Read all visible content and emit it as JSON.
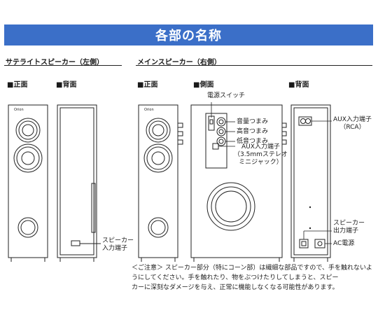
{
  "header": {
    "title": "各部の名称"
  },
  "sections": {
    "satellite": "サテライトスピーカー（左側）",
    "main": "メインスピーカー（右側）"
  },
  "views": {
    "front": "■正面",
    "back": "■背面",
    "side": "■側面"
  },
  "brand": "Orion",
  "callouts": {
    "power_switch": "電源スイッチ",
    "volume_knob": "音量つまみ",
    "treble_knob": "高音つまみ",
    "bass_knob": "低音つまみ",
    "aux_35_line1": "AUX入力端子",
    "aux_35_line2": "（3.5mmステレオ",
    "aux_35_line3": "ミニジャック）",
    "aux_rca_line1": "AUX入力端子",
    "aux_rca_line2": "（RCA）",
    "sat_input_line1": "スピーカー",
    "sat_input_line2": "入力端子",
    "main_output_line1": "スピーカー",
    "main_output_line2": "出力端子",
    "ac_power": "AC電源"
  },
  "note": {
    "line1": "＜ご注意＞ スピーカー部分（特にコーン部）は繊細な部品ですので、手を触れないよ",
    "line2": "うにしてください。手を触れたり、物をぶつけたりしてしまうと、スピー",
    "line3": "カーに深刻なダメージを与え、正常に機能しなくなる可能性があります。"
  },
  "colors": {
    "banner": "#3b6fc8",
    "ink": "#222222"
  }
}
